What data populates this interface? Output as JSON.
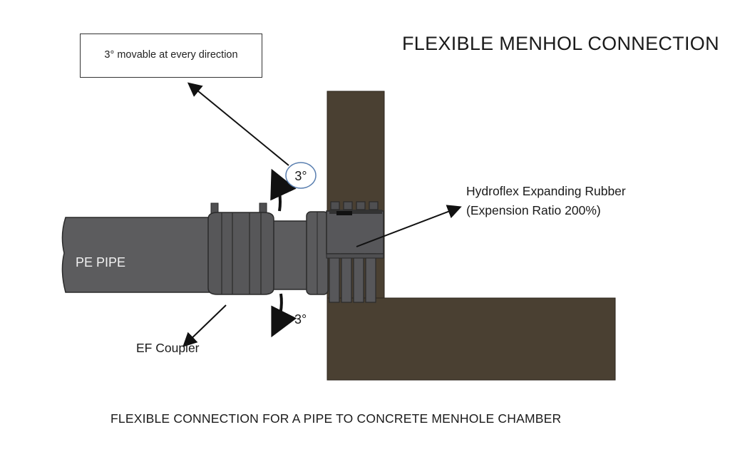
{
  "title": "FLEXIBLE MENHOL CONNECTION",
  "note": "3° movable at every direction",
  "pipe_label": "PE PIPE",
  "rubber_label_line1": "Hydroflex Expanding Rubber",
  "rubber_label_line2": "(Expension Ratio 200%)",
  "coupler_label": "EF Coupler",
  "angle_upper": "3°",
  "angle_lower": "3°",
  "caption": "FLEXIBLE CONNECTION FOR A PIPE TO CONCRETE MENHOLE CHAMBER",
  "colors": {
    "concrete": "#4a4032",
    "pipe": "#5c5c5e",
    "coupler": "#575759",
    "outline": "#2a2a2a",
    "background": "#ffffff"
  }
}
